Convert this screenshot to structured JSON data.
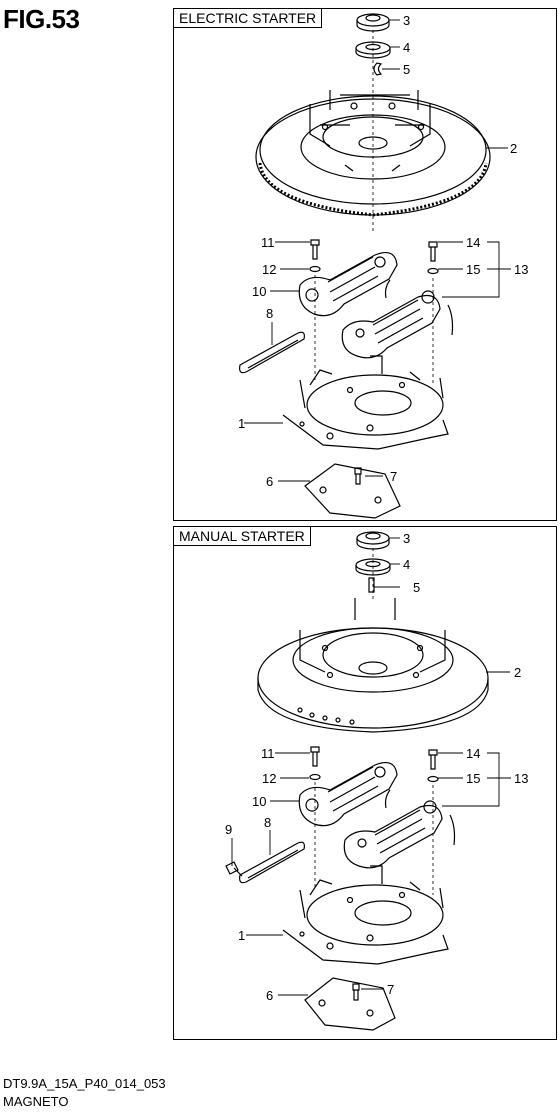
{
  "figure": {
    "title": "FIG.53"
  },
  "panels": {
    "electric": {
      "label": "ELECTRIC STARTER"
    },
    "manual": {
      "label": "MANUAL STARTER"
    }
  },
  "callouts": {
    "electric": [
      "3",
      "4",
      "5",
      "2",
      "11",
      "14",
      "12",
      "15",
      "13",
      "10",
      "8",
      "1",
      "7",
      "6"
    ],
    "manual": [
      "3",
      "4",
      "5",
      "2",
      "11",
      "14",
      "12",
      "15",
      "13",
      "10",
      "9",
      "8",
      "1",
      "6",
      "7"
    ]
  },
  "footer": {
    "code": "DT9.9A_15A_P40_014_053",
    "name": "MAGNETO"
  }
}
